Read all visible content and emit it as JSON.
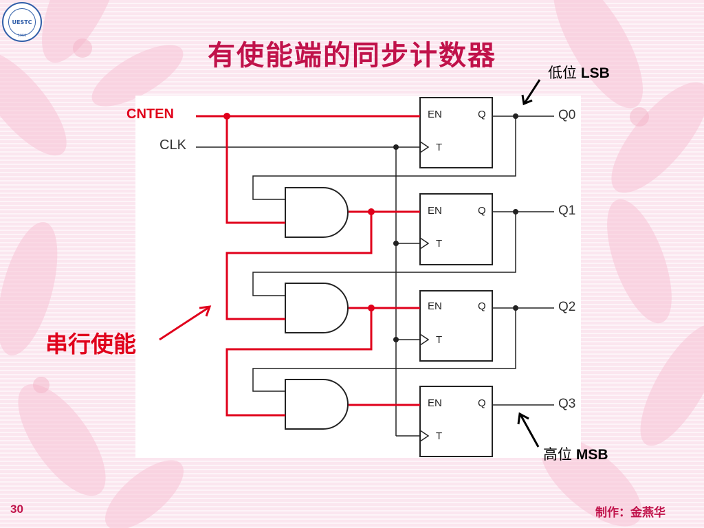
{
  "title": "有使能端的同步计数器",
  "logo": {
    "text": "UESTC",
    "year": "1956"
  },
  "labels": {
    "lsb_prefix": "低位",
    "lsb": "LSB",
    "msb_prefix": "高位",
    "msb": "MSB",
    "serial_enable": "串行使能",
    "cnten": "CNTEN",
    "clk": "CLK"
  },
  "flip_flops": [
    {
      "en": "EN",
      "q": "Q",
      "t": "T",
      "output": "Q0"
    },
    {
      "en": "EN",
      "q": "Q",
      "t": "T",
      "output": "Q1"
    },
    {
      "en": "EN",
      "q": "Q",
      "t": "T",
      "output": "Q2"
    },
    {
      "en": "EN",
      "q": "Q",
      "t": "T",
      "output": "Q3"
    }
  ],
  "footer": {
    "page": "30",
    "author": "制作：金燕华"
  },
  "colors": {
    "accent": "#c0124a",
    "red_wire": "#e0001b",
    "background": "#fbe6ef"
  }
}
